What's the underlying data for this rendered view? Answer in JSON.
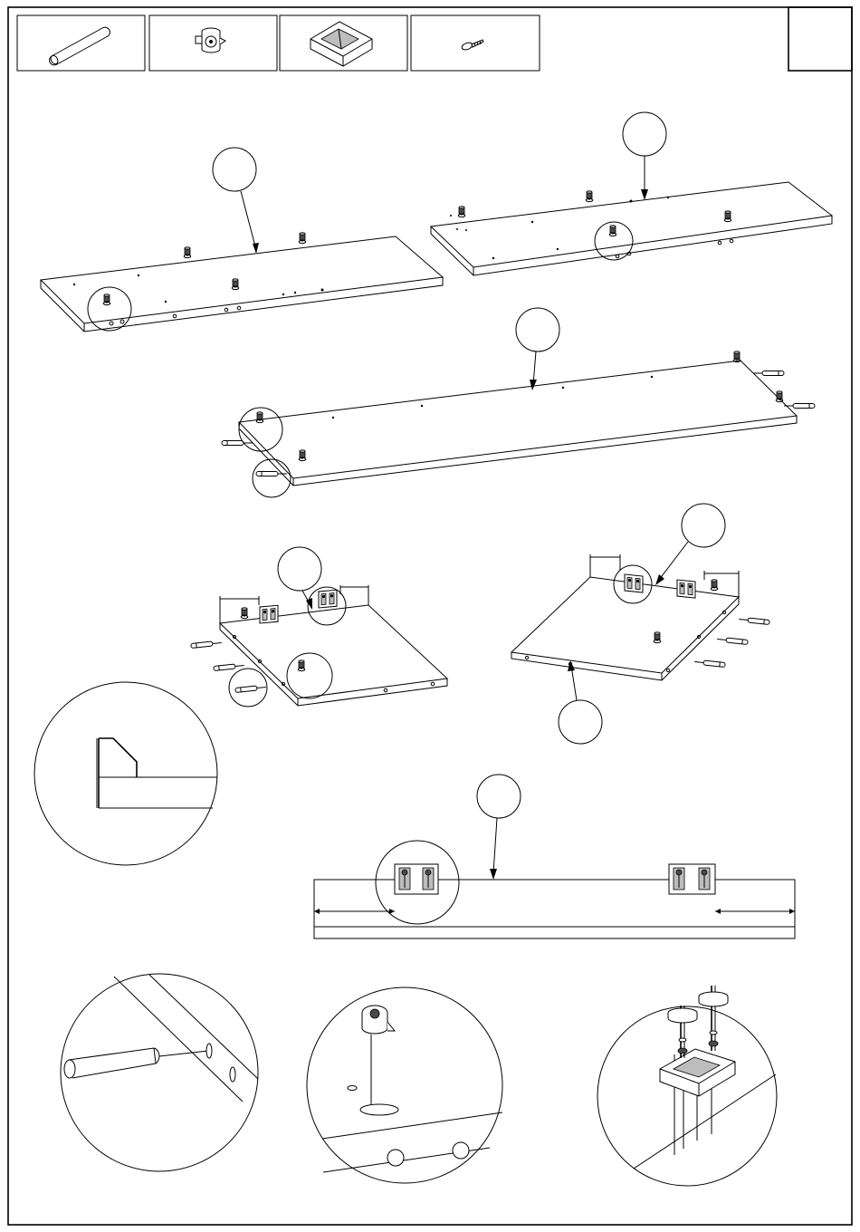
{
  "sheet": {
    "step_number": "",
    "parts_strip": [
      {
        "icon": "wooden-dowel-icon",
        "quantity": ""
      },
      {
        "icon": "cam-lock-icon",
        "quantity": ""
      },
      {
        "icon": "corner-bracket-icon",
        "quantity": ""
      },
      {
        "icon": "screw-icon",
        "quantity": ""
      }
    ],
    "callout_labels": {
      "panel_a": "",
      "panel_b": "",
      "panel_c": "",
      "panel_d": "",
      "panel_e_top": "",
      "panel_e_bottom": "",
      "strip_f": ""
    },
    "detail_views": [
      {
        "name": "bracket-edge-detail",
        "caption": ""
      },
      {
        "name": "dowel-insertion-detail",
        "caption": ""
      },
      {
        "name": "cam-lock-insertion-detail",
        "caption": ""
      },
      {
        "name": "bracket-screw-detail",
        "caption": ""
      }
    ],
    "dimension_labels": {
      "d_left": "",
      "d_mid": "",
      "d_right": "",
      "f_left": "",
      "f_right": ""
    }
  }
}
